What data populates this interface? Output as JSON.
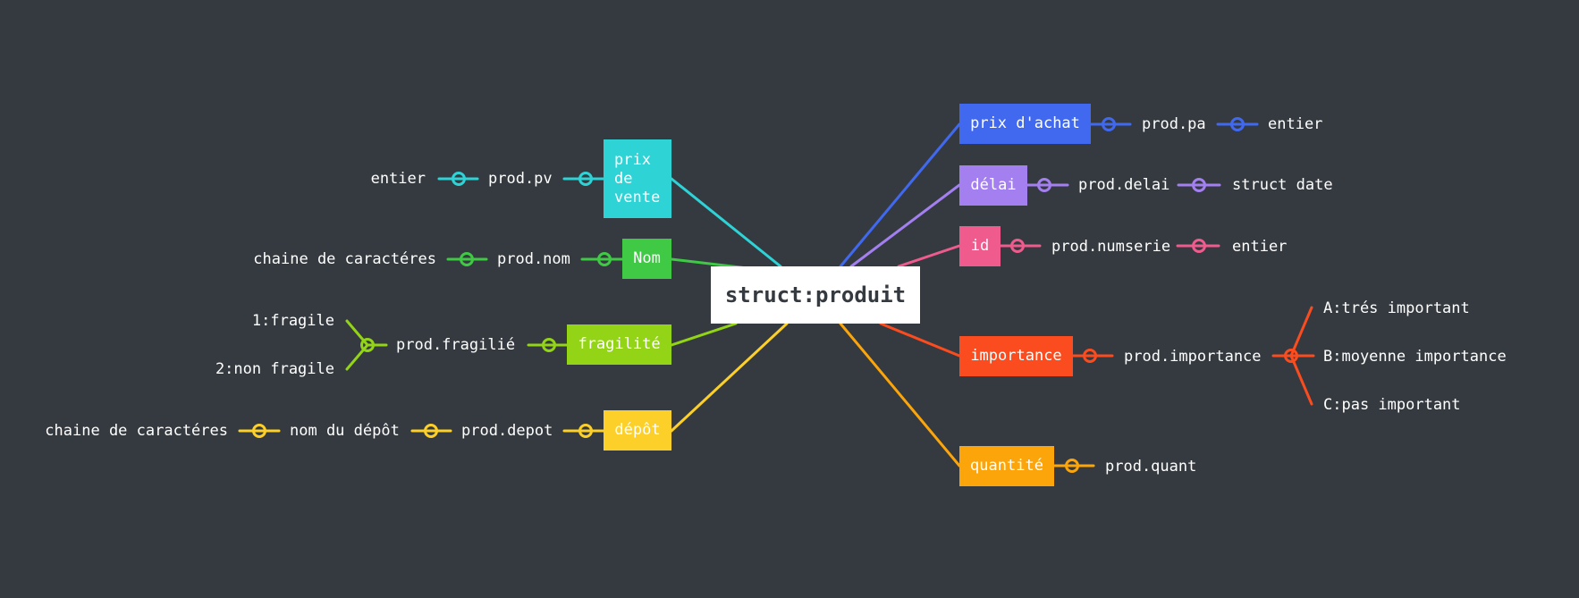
{
  "center": {
    "label": "struct:produit"
  },
  "colors": {
    "cyan": "#2ed3d6",
    "green": "#3fc944",
    "lime": "#93d416",
    "yellow": "#fcd028",
    "blue": "#4169f0",
    "purple": "#a37ff0",
    "pink": "#ef5b8c",
    "orange_red": "#fb4c1f",
    "amber": "#fca50a",
    "center_bg": "#ffffff",
    "background": "#343a40"
  },
  "left_branches": [
    {
      "label": "prix\nde\nvente",
      "field": "prod.pv",
      "type": "entier"
    },
    {
      "label": "Nom",
      "field": "prod.nom",
      "type": "chaine de caractéres"
    },
    {
      "label": "fragilité",
      "field": "prod.fragilié",
      "values": [
        "1:fragile",
        "2:non fragile"
      ]
    },
    {
      "label": "dépôt",
      "field": "prod.depot",
      "extra": "nom du dépôt",
      "type": "chaine de caractéres"
    }
  ],
  "right_branches": [
    {
      "label": "prix d'achat",
      "field": "prod.pa",
      "type": "entier"
    },
    {
      "label": "délai",
      "field": "prod.delai",
      "type": "struct date"
    },
    {
      "label": "id",
      "field": "prod.numserie",
      "type": "entier"
    },
    {
      "label": "importance",
      "field": "prod.importance",
      "values": [
        "A:trés important",
        "B:moyenne importance",
        "C:pas important"
      ]
    },
    {
      "label": "quantité",
      "field": "prod.quant"
    }
  ]
}
